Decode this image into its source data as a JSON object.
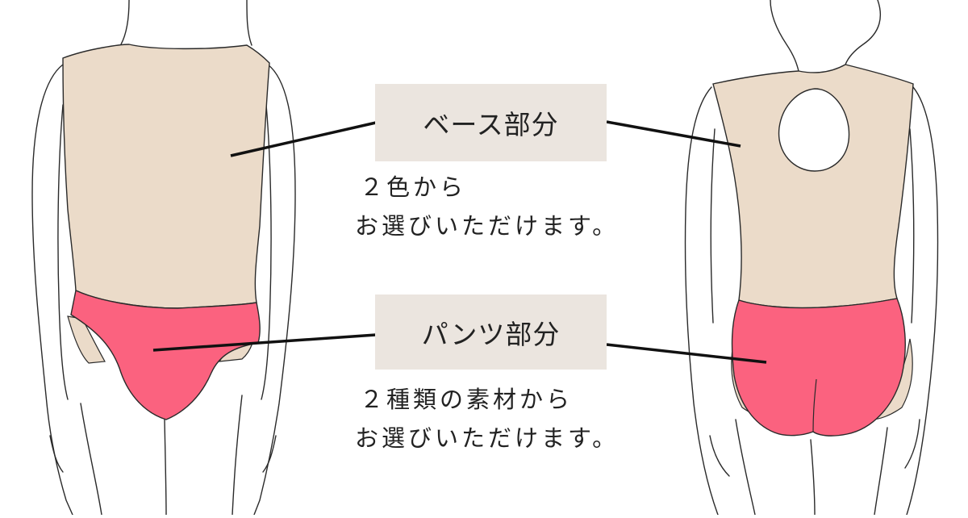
{
  "labels": {
    "base": "ベース部分",
    "pants": "パンツ部分"
  },
  "notes": {
    "base_line1": "２色から",
    "base_line2": "お選びいただけます。",
    "pants_line1": "２種類の素材から",
    "pants_line2": "お選びいただけます。"
  },
  "colors": {
    "base_fabric": "#ebdbc9",
    "pants_fabric": "#fb627f",
    "label_bg": "#ebe5df",
    "outline": "#2a2a2a"
  }
}
